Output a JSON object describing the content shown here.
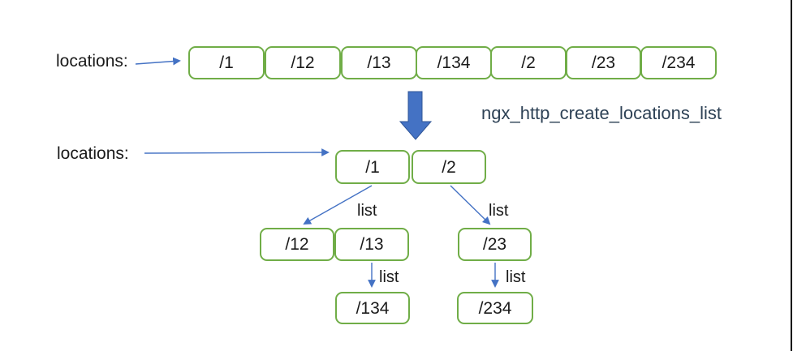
{
  "colors": {
    "background": "#FFFFFF",
    "box_border": "#70AD47",
    "arrow_blue": "#4472C4",
    "arrow_outline": "#2F5597",
    "function_text": "#2E4256",
    "text": "#1A1A1A",
    "frame_line": "#000000"
  },
  "top_row": {
    "label": "locations:",
    "items": [
      "/1",
      "/12",
      "/13",
      "/134",
      "/2",
      "/23",
      "/234"
    ]
  },
  "transform": {
    "function_name": "ngx_http_create_locations_list",
    "arrow_icon": "thick-down-arrow"
  },
  "tree": {
    "label": "locations:",
    "nodes": {
      "n1": "/1",
      "n2": "/2",
      "n12": "/12",
      "n13": "/13",
      "n23": "/23",
      "n134": "/134",
      "n234": "/234"
    },
    "edge_labels": {
      "list1": "list",
      "list2": "list",
      "list3": "list",
      "list4": "list"
    }
  }
}
